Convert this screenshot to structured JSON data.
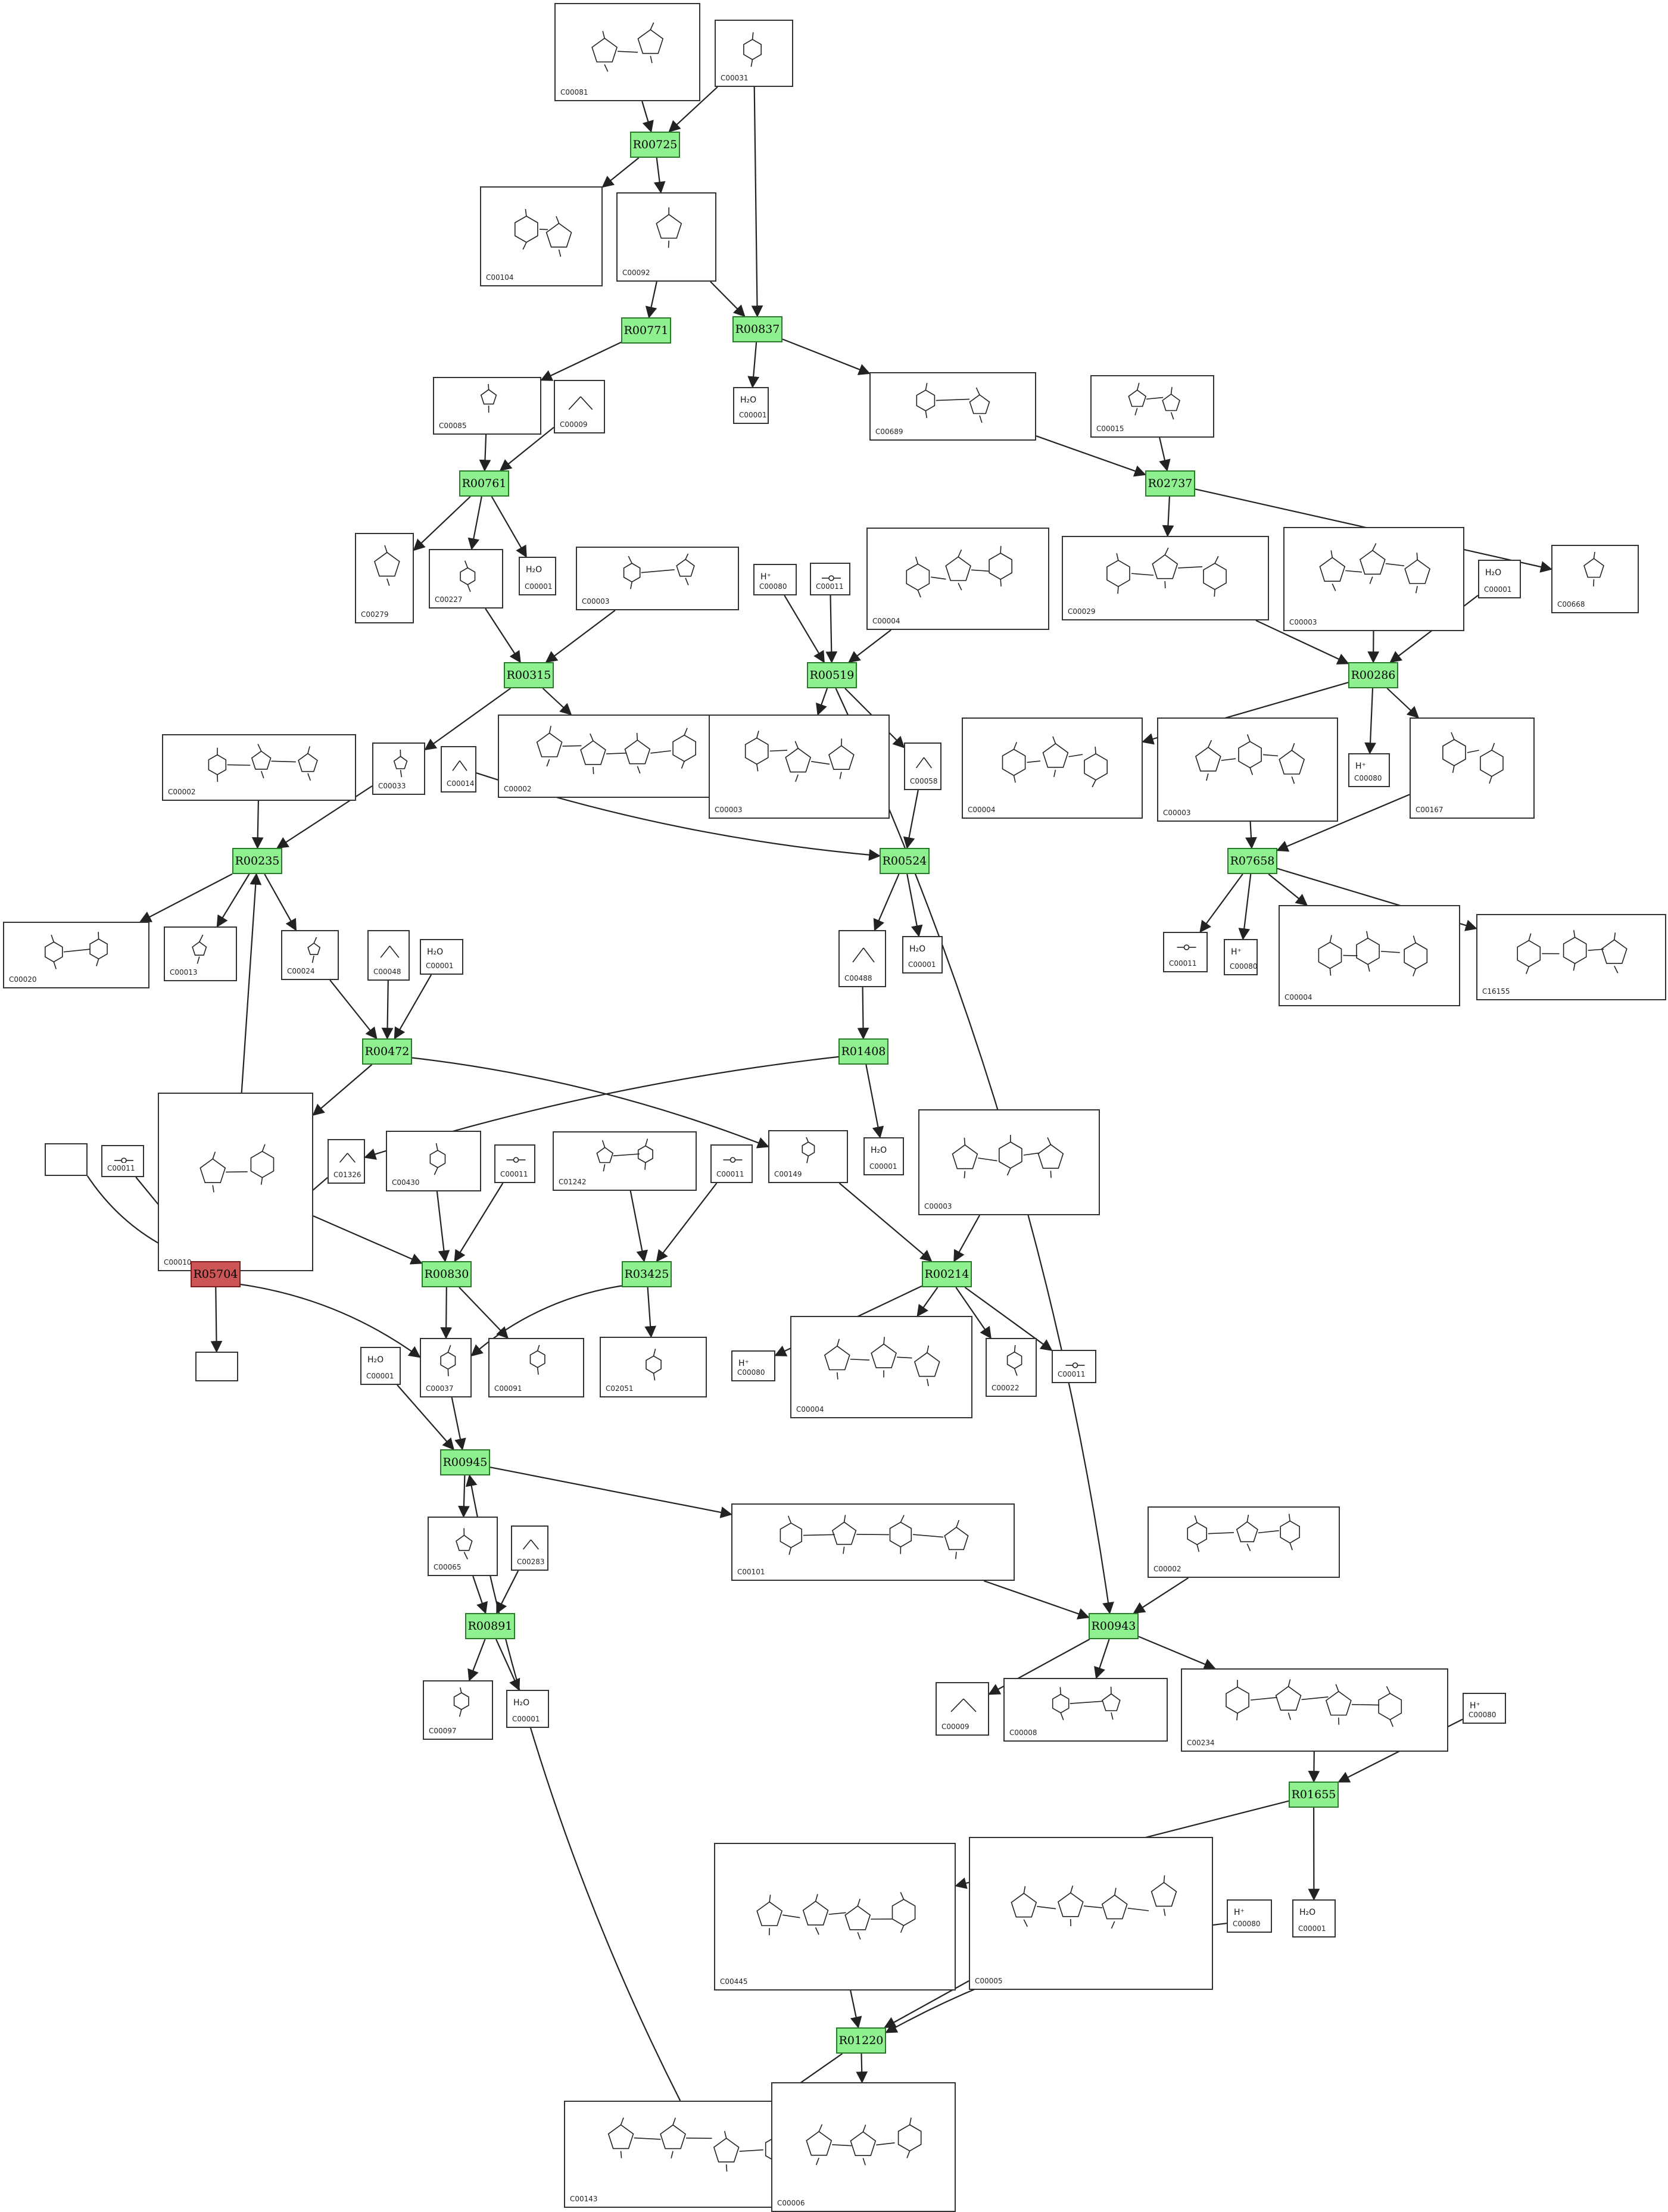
{
  "reactions": {
    "R00725": "R00725",
    "R00771": "R00771",
    "R00837": "R00837",
    "R00761": "R00761",
    "R02737": "R02737",
    "R00315": "R00315",
    "R00519": "R00519",
    "R00286": "R00286",
    "R00235": "R00235",
    "R00524": "R00524",
    "R07658": "R07658",
    "R00472": "R00472",
    "R01408": "R01408",
    "R05704": "R05704",
    "R00830": "R00830",
    "R03425": "R03425",
    "R00214": "R00214",
    "R00945": "R00945",
    "R00891": "R00891",
    "R00943": "R00943",
    "R01655": "R01655",
    "R01220": "R01220"
  },
  "compounds": {
    "c0": "C00081",
    "c1": "C00031",
    "c2": "C00104",
    "c3": "C00092",
    "c4": "C00085",
    "c5": "C00009",
    "c6": "C00001",
    "c7": "C00689",
    "c8": "C00015",
    "c9": "C00279",
    "c10": "C00227",
    "c11": "C00001",
    "c12": "C00003",
    "c13": "C00080",
    "c14": "C00011",
    "c15": "C00004",
    "c16": "C00029",
    "c17": "C00003",
    "c18": "C00001",
    "c19": "C00668",
    "c20": "C00002",
    "c21": "C00014",
    "c22": "C00033",
    "c23": "C00002",
    "c24": "C00003",
    "c25": "C00058",
    "c26": "C00004",
    "c27": "C00003",
    "c28": "C00080",
    "c29": "C00167",
    "c30": "C00020",
    "c31": "C00013",
    "c32": "C00024",
    "c33": "C00048",
    "c34": "C00001",
    "c35": "C00488",
    "c36": "C00001",
    "c37": "C00011",
    "c38": "C00080",
    "c39": "C00004",
    "c40": "C16155",
    "c41": "C00010",
    "c42": "C00011",
    "c43": "C01326",
    "c44": "C00430",
    "c45": "C00011",
    "c46": "C01242",
    "c47": "C00011",
    "c48": "C00149",
    "c49": "C00001",
    "c50": "C00003",
    "c51": "C00001",
    "c52": "C00037",
    "c53": "C00091",
    "c54": "C02051",
    "c55": "C00080",
    "c56": "C00004",
    "c57": "C00022",
    "c58": "C00011",
    "c59": "C00065",
    "c60": "C00283",
    "c61": "C00101",
    "c62": "C00002",
    "c63": "C00097",
    "c64": "C00001",
    "c65": "C00009",
    "c66": "C00008",
    "c67": "C00234",
    "c68": "C00080",
    "c69": "C00445",
    "c70": "C00005",
    "c71": "C00080",
    "c72": "C00001",
    "c73": "C00143",
    "c74": "C00006"
  },
  "small_labels": {
    "h_plus": "H⁺",
    "water": "H₂O"
  },
  "colors": {
    "reaction_fill": "#8ef08e",
    "reaction_highlight_fill": "#cc5555",
    "edge": "#222222"
  }
}
